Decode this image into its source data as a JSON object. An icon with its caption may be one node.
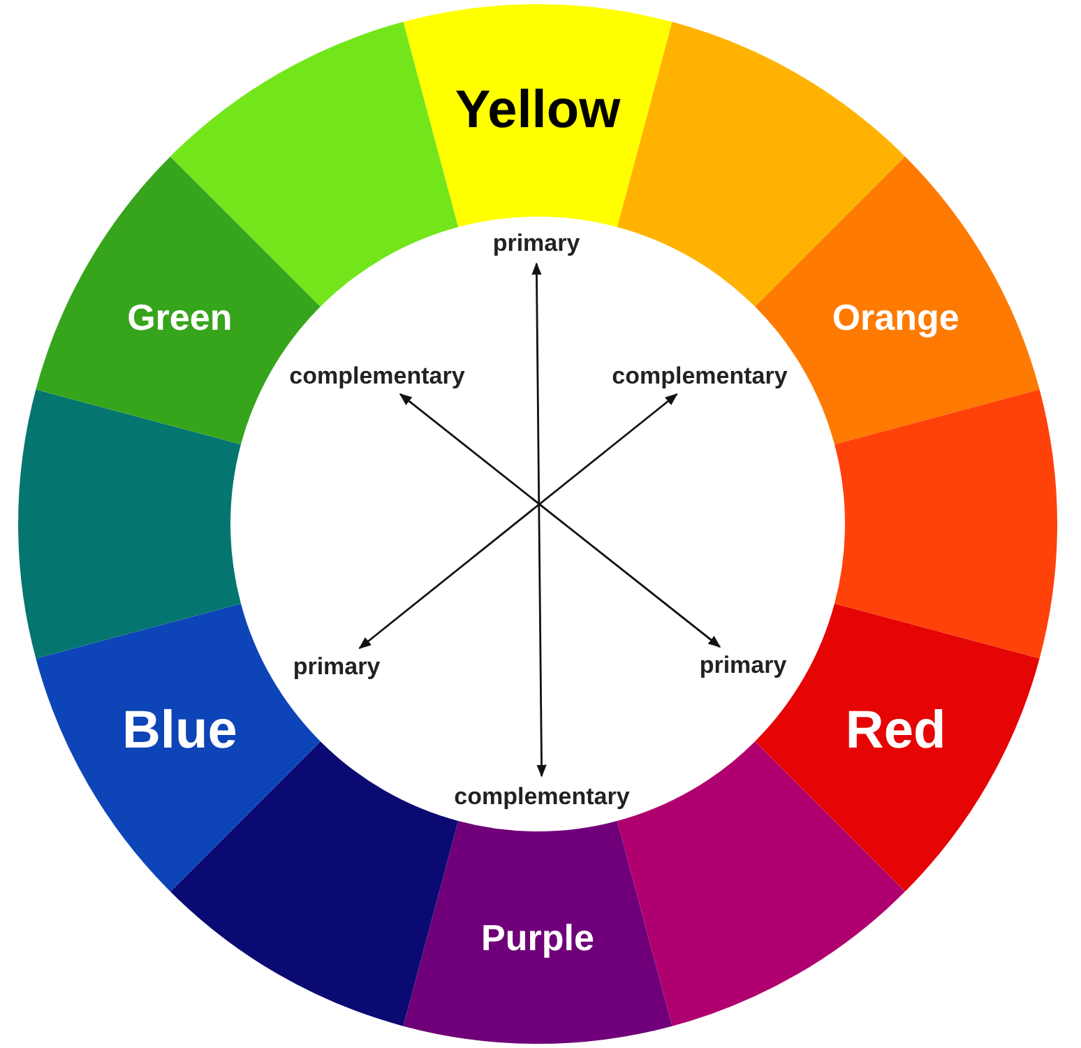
{
  "diagram": {
    "nodes": [
      {
        "text": [
          "Yellow"
        ]
      },
      {
        "text": [],
        "shape": "wedge"
      },
      {
        "text": [
          "Orange"
        ]
      },
      {
        "text": [],
        "shape": "wedge"
      },
      {
        "text": [
          "Red"
        ]
      },
      {
        "text": [],
        "shape": "wedge"
      },
      {
        "text": [
          "Purple"
        ]
      },
      {
        "text": [],
        "shape": "wedge"
      },
      {
        "text": [
          "Blue"
        ]
      },
      {
        "text": [],
        "shape": "wedge"
      },
      {
        "text": [
          "Green"
        ]
      },
      {
        "text": [],
        "shape": "wedge"
      },
      {
        "text": [
          "primary"
        ]
      },
      {
        "text": [
          "complementary"
        ]
      },
      {
        "text": [
          "complementary"
        ]
      },
      {
        "text": [
          "primary"
        ]
      },
      {
        "text": [
          "primary"
        ]
      },
      {
        "text": [
          "complementary"
        ]
      }
    ],
    "edges": [
      {
        "from": 12,
        "to": 17,
        "arrow": "both"
      },
      {
        "from": 13,
        "to": 16,
        "arrow": "both"
      },
      {
        "from": 14,
        "to": 15,
        "arrow": "both"
      }
    ]
  }
}
